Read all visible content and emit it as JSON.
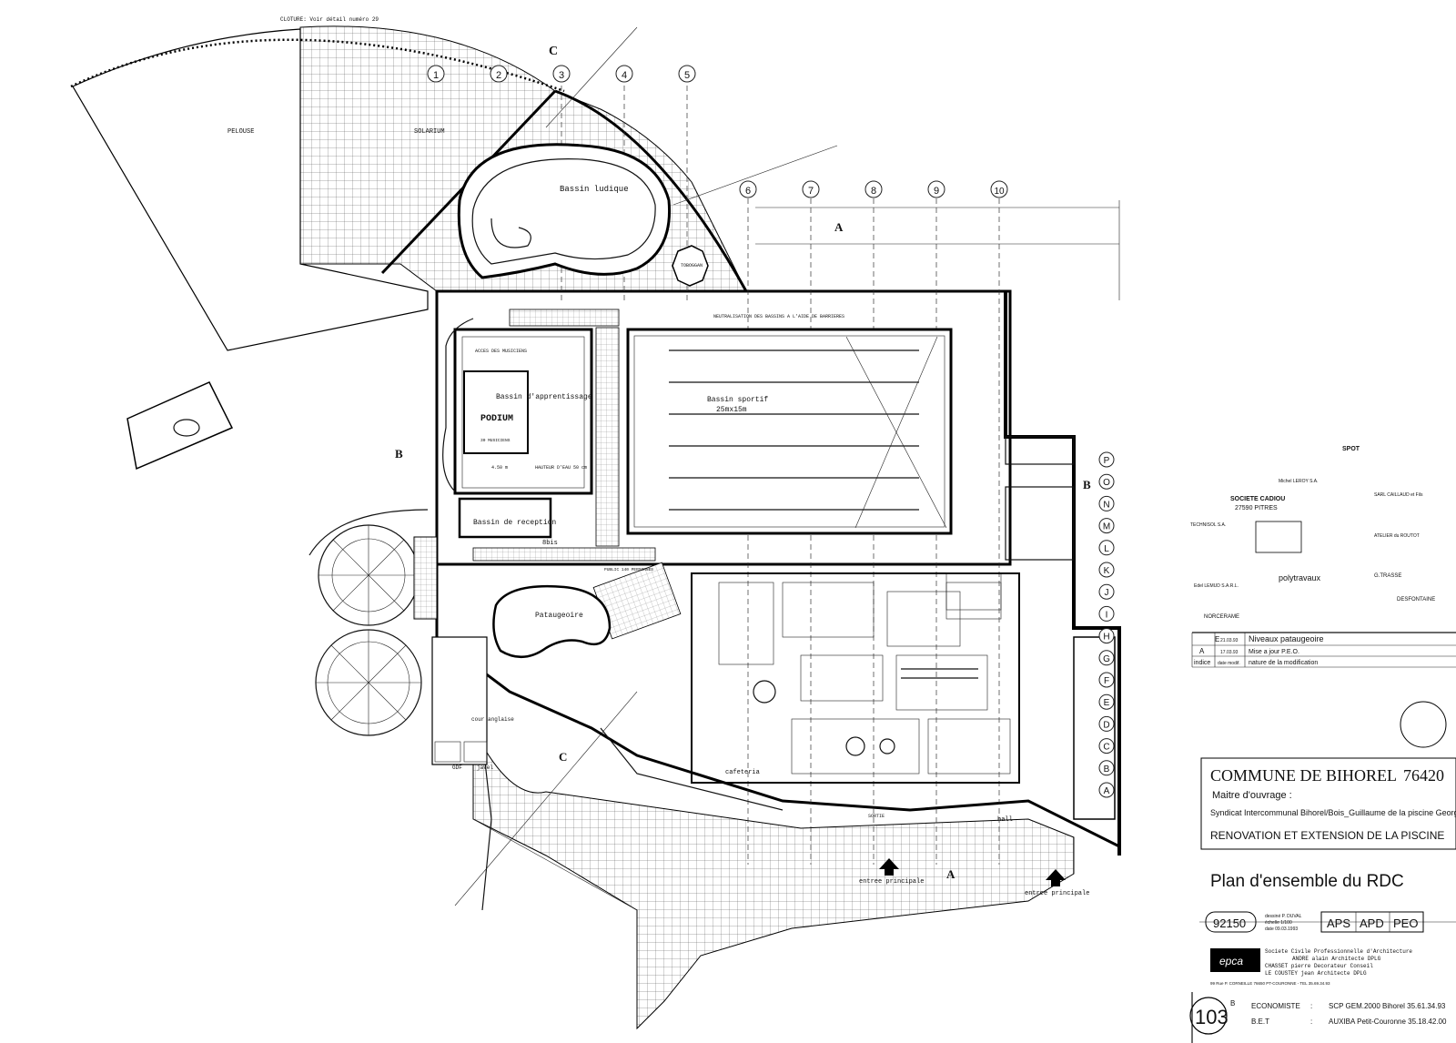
{
  "plan": {
    "labels": {
      "cloture": "CLOTURE: Voir détail numéro 29",
      "pelouse": "PELOUSE",
      "solarium": "SOLARIUM",
      "bassin_ludique": "Bassin ludique",
      "toboggan": "TOBOGGAN",
      "bassin_apprentissage": "Bassin d'apprentissage",
      "podium": "PODIUM",
      "bassin_sportif": "Bassin sportif",
      "bassin_sportif_dim": "25mx15m",
      "neutralisation": "NEUTRALISATION DES BASSINS A L'AIDE DE BARRIERES",
      "acces_musiciens": "ACCES DES MUSICIENS",
      "hauteur": "HAUTEUR D'EAU 50 cm",
      "bassin_reception": "Bassin de reception",
      "public": "PUBLIC 140 PERSONNES",
      "pataugeoire": "Pataugeoire",
      "cour_anglaise": "cour\nanglaise",
      "gdf": "GDF",
      "javel": "javel",
      "cafeteria": "cafeteria",
      "hall": "hall",
      "entree1": "entree principale",
      "entree2": "entree principale",
      "sortie": "SORTIE",
      "bbis": "8bis",
      "musiciens": "30 MUSICIENS",
      "dim_45": "4.50 m"
    },
    "axes_top": [
      "1",
      "2",
      "3",
      "4",
      "5"
    ],
    "axes_mid": [
      "6",
      "7",
      "8",
      "9",
      "10"
    ],
    "axes_right": [
      "P",
      "O",
      "N",
      "M",
      "L",
      "K",
      "J",
      "I",
      "H",
      "G",
      "F",
      "E",
      "D",
      "C",
      "B",
      "A"
    ],
    "sections": [
      "A",
      "A",
      "B",
      "B",
      "C",
      "C"
    ]
  },
  "title_block": {
    "revisions": [
      {
        "indice": "E",
        "date": "21.03.93",
        "nature": "Niveaux pataugeoire"
      },
      {
        "indice": "A",
        "date": "17.03.93",
        "nature": "Mise a jour P.E.O."
      }
    ],
    "rev_header": {
      "indice": "indice",
      "date": "date modif.",
      "nature": "nature de la modification"
    },
    "commune": "COMMUNE DE BIHOREL",
    "code": "76420",
    "maitre": "Maitre d'ouvrage :",
    "syndicat": "Syndicat Intercommunal Bihorel/Bois_Guillaume de la piscine Georges Vallerey",
    "renovation": "RENOVATION ET EXTENSION DE LA PISCINE",
    "plan_title": "Plan d'ensemble du RDC",
    "numero": "92150",
    "phases": [
      "APS",
      "APD",
      "PEO"
    ],
    "dessine": "dessiné  P. DUVAL",
    "echelle": "échelle  1/100",
    "date": "date  09.03.1993",
    "sheet": "103",
    "sheet_suffix": "B",
    "economiste_label": "ECONOMISTE",
    "economiste": "SCP GEM.2000 Bihorel 35.61.34.93",
    "bet_label": "B.E.T",
    "bet": "AUXIBA Petit-Couronne 35.18.42.00",
    "firm_line1": "Societe Civile Professionnelle d'Architecture",
    "firm_line2": "ANDRE alain Architecte DPLG",
    "firm_line3": "CHASSET pierre Decorateur Conseil",
    "firm_line4": "LE COUSTEY jean Architecte DPLG",
    "firm_address": "99 Rue P. CORNEILLE 76650 PT-COURONNE - TEL 35.69.34.93",
    "firm_logo": "epca"
  },
  "stamps": {
    "spot": "SPOT",
    "cadiou": "SOCIETE CADIOU",
    "cadiou_city": "27590 PITRES",
    "technisol": "TECHNISOL S.A.",
    "leroy": "Michel LEROY S.A.",
    "cailloud": "SARL CAILLAUD et Fils",
    "herbet": "ATELIER du ROUTOT",
    "polytravaux": "polytravaux",
    "lemaire": "Edel LEMUD S.A.R.L.",
    "trasse": "G.TRASSE",
    "nordceram": "NORCERAME",
    "desfontaine": "DESFONTAINE"
  }
}
